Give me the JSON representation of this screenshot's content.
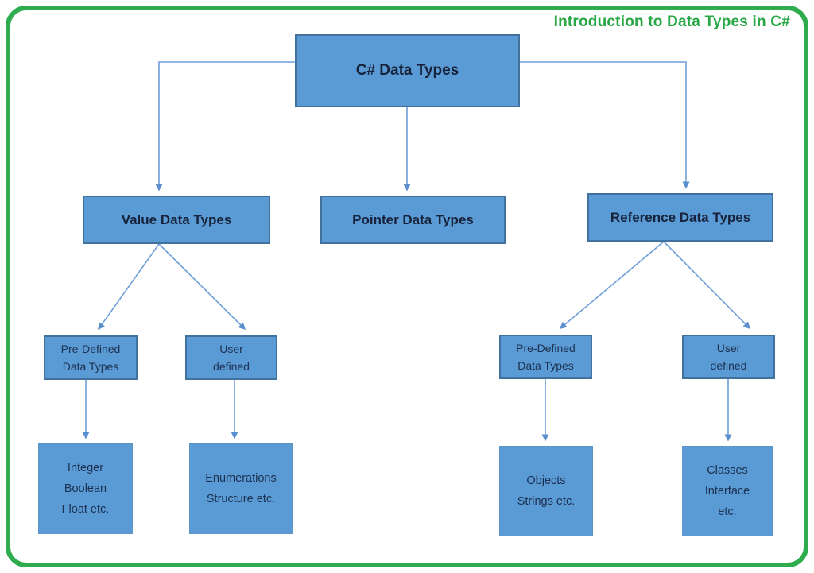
{
  "title": "Introduction to Data Types in C#",
  "colors": {
    "frame_green": "#2EAC4E",
    "title_green": "#28A745",
    "box_fill": "#5B9BD5",
    "box_border": "#41719C",
    "arrow_blue": "#6F9FD8",
    "text_dark": "#17233B"
  },
  "nodes": {
    "root": {
      "label": "C# Data Types"
    },
    "value": {
      "label": "Value Data Types"
    },
    "pointer": {
      "label": "Pointer Data Types"
    },
    "reference": {
      "label": "Reference Data Types"
    },
    "value_predefined": {
      "lines": [
        "Pre-Defined",
        "Data Types"
      ]
    },
    "value_userdefined": {
      "lines": [
        "User",
        "defined"
      ]
    },
    "ref_predefined": {
      "lines": [
        "Pre-Defined",
        "Data Types"
      ]
    },
    "ref_userdefined": {
      "lines": [
        "User",
        "defined"
      ]
    },
    "value_predefined_examples": {
      "lines": [
        "Integer",
        "Boolean",
        "Float etc."
      ]
    },
    "value_userdefined_examples": {
      "lines": [
        "Enumerations",
        "Structure etc."
      ]
    },
    "ref_predefined_examples": {
      "lines": [
        "Objects",
        "Strings etc."
      ]
    },
    "ref_userdefined_examples": {
      "lines": [
        "Classes",
        "Interface",
        "etc."
      ]
    }
  },
  "edges": [
    {
      "from": "root",
      "to": "value"
    },
    {
      "from": "root",
      "to": "pointer"
    },
    {
      "from": "root",
      "to": "reference"
    },
    {
      "from": "value",
      "to": "value_predefined"
    },
    {
      "from": "value",
      "to": "value_userdefined"
    },
    {
      "from": "reference",
      "to": "ref_predefined"
    },
    {
      "from": "reference",
      "to": "ref_userdefined"
    },
    {
      "from": "value_predefined",
      "to": "value_predefined_examples"
    },
    {
      "from": "value_userdefined",
      "to": "value_userdefined_examples"
    },
    {
      "from": "ref_predefined",
      "to": "ref_predefined_examples"
    },
    {
      "from": "ref_userdefined",
      "to": "ref_userdefined_examples"
    }
  ]
}
